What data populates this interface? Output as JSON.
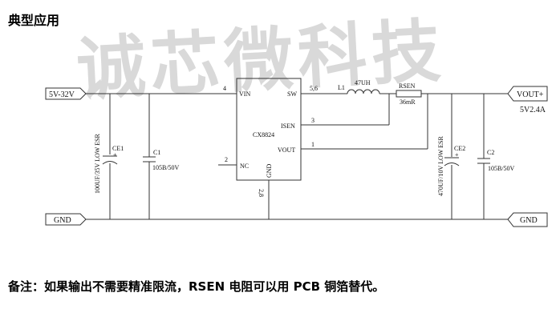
{
  "heading": "典型应用",
  "watermark": "诚芯微科技",
  "note": "备注：如果输出不需要精准限流，RSEN 电阻可以用 PCB 铜箔替代。",
  "schematic": {
    "input_label": "5V-32V",
    "gnd_label": "GND",
    "output_label": "VOUT+",
    "output_spec": "5V2.4A",
    "ic": {
      "name": "CX8824",
      "pins": {
        "vin": "VIN",
        "sw": "SW",
        "isen": "ISEN",
        "vout": "VOUT",
        "nc": "NC",
        "gnd": "GND"
      },
      "pin_numbers": {
        "vin": "4",
        "sw": "5,6",
        "isen": "3",
        "vout": "1",
        "nc": "2",
        "gnd": "2,8"
      }
    },
    "ce1": {
      "ref": "CE1",
      "value": "100UF/35V LOW ESR",
      "polarity": "+"
    },
    "c1": {
      "ref": "C1",
      "value": "105B/50V"
    },
    "l1": {
      "ref": "L1",
      "value": "47UH"
    },
    "rsen": {
      "ref": "RSEN",
      "value": "36mR"
    },
    "ce2": {
      "ref": "CE2",
      "value": "470UF/10V LOW ESR",
      "polarity": "+"
    },
    "c2": {
      "ref": "C2",
      "value": "105B/50V"
    }
  }
}
